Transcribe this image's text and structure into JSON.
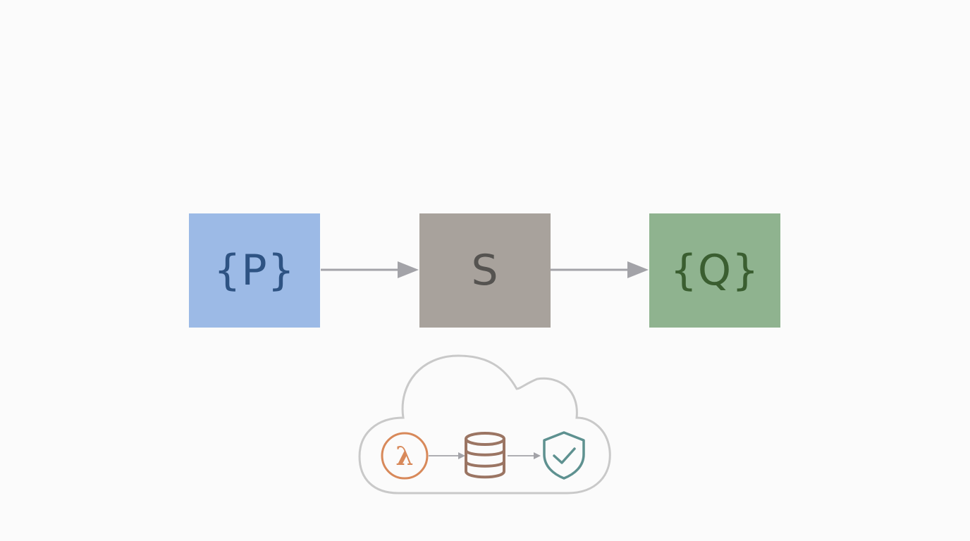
{
  "diagram": {
    "nodes": [
      {
        "id": "P",
        "label": "{P}",
        "fill": "#9cbae6",
        "text_color": "#2e5383"
      },
      {
        "id": "S",
        "label": "S",
        "fill": "#a8a29c",
        "text_color": "#555350"
      },
      {
        "id": "Q",
        "label": "{Q}",
        "fill": "#8fb38f",
        "text_color": "#3a5e30"
      }
    ],
    "edges": [
      {
        "from": "P",
        "to": "S"
      },
      {
        "from": "S",
        "to": "Q"
      }
    ],
    "arrow_color": "#a3a3a8",
    "cloud": {
      "outline_color": "#c9c9c9",
      "icons": [
        {
          "name": "lambda-icon",
          "glyph": "λ",
          "color": "#d8895a"
        },
        {
          "name": "database-icon",
          "color": "#9b7563"
        },
        {
          "name": "shield-check-icon",
          "color": "#5e9190"
        }
      ]
    }
  }
}
